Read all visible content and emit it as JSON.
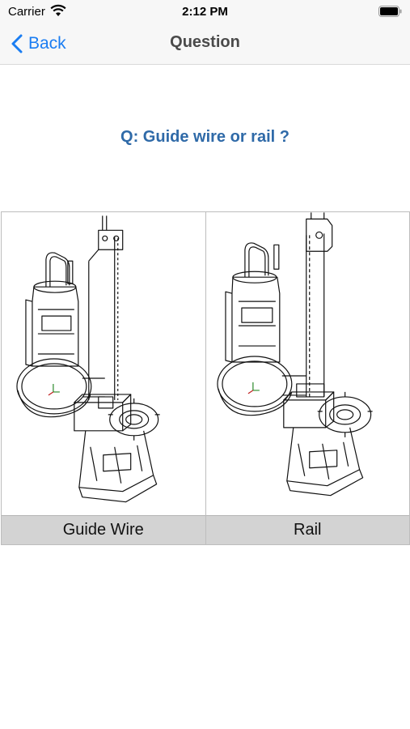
{
  "status_bar": {
    "carrier": "Carrier",
    "time": "2:12 PM"
  },
  "nav": {
    "back_label": "Back",
    "title": "Question"
  },
  "question": "Q: Guide wire or rail ?",
  "options": [
    {
      "label": "Guide Wire",
      "image": "pump-with-guide-wire-drawing"
    },
    {
      "label": "Rail",
      "image": "pump-with-rail-drawing"
    }
  ],
  "colors": {
    "accent": "#1a7df2",
    "question": "#2f6aa8",
    "label_bg": "#d3d3d3"
  }
}
